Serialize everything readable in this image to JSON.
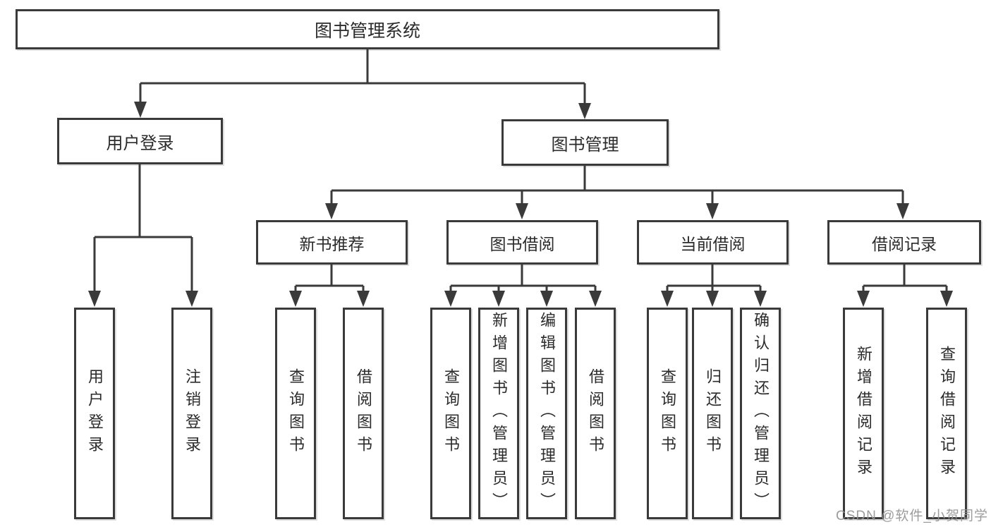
{
  "tree": {
    "label": "图书管理系统",
    "children": [
      {
        "label": "用户登录",
        "children": [
          {
            "label": "用户登录"
          },
          {
            "label": "注销登录"
          }
        ]
      },
      {
        "label": "图书管理",
        "children": [
          {
            "label": "新书推荐",
            "children": [
              {
                "label": "查询图书"
              },
              {
                "label": "借阅图书"
              }
            ]
          },
          {
            "label": "图书借阅",
            "children": [
              {
                "label": "查询图书"
              },
              {
                "label": "新增图书（管理员）"
              },
              {
                "label": "编辑图书（管理员）"
              },
              {
                "label": "借阅图书"
              }
            ]
          },
          {
            "label": "当前借阅",
            "children": [
              {
                "label": "查询图书"
              },
              {
                "label": "归还图书"
              },
              {
                "label": "确认归还（管理员）"
              }
            ]
          },
          {
            "label": "借阅记录",
            "children": [
              {
                "label": "新增借阅记录"
              },
              {
                "label": "查询借阅记录"
              }
            ]
          }
        ]
      }
    ]
  },
  "watermark": "CSDN @软件_小贺同学",
  "colors": {
    "line": "#3a3a3a",
    "box_border": "#3a3a3a",
    "text": "#2b2b2b",
    "watermark": "#949494",
    "background": "#ffffff"
  }
}
